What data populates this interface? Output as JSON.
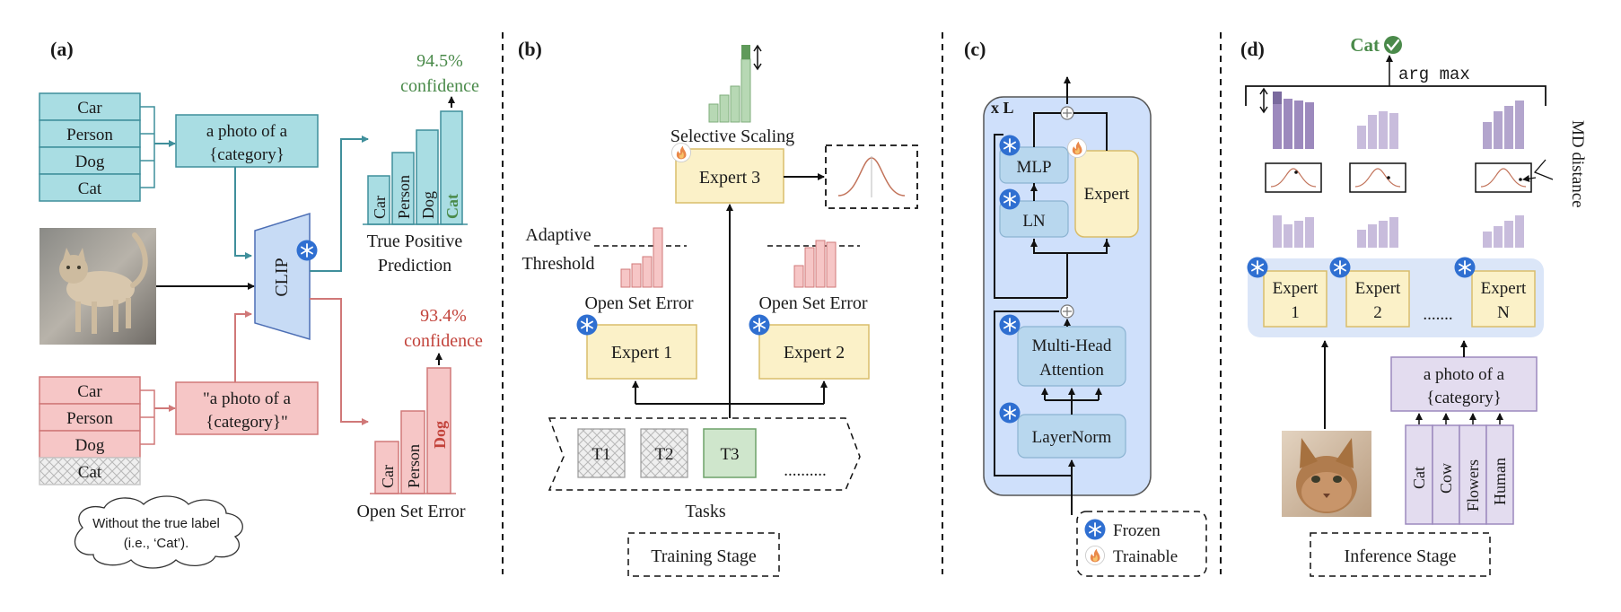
{
  "colors": {
    "teal_fill": "#a9dde3",
    "teal_stroke": "#3f8f9b",
    "pink_fill": "#f6c6c6",
    "pink_stroke": "#d07878",
    "yellow_fill": "#fbf1c8",
    "yellow_stroke": "#d9bd6a",
    "green_text": "#4a8a4a",
    "red_text": "#c2423a",
    "blue_panel": "#cfe0fb",
    "blue_box": "#b8d7ee",
    "lavender_fill": "#e3dcef",
    "lavender_stroke": "#9c89bd",
    "purple_bar": "#9c89bd",
    "green_bar": "#b7d8b4"
  },
  "panel_a": {
    "tag": "(a)",
    "true_labels": [
      "Car",
      "Person",
      "Dog",
      "Cat"
    ],
    "prompt_true": [
      "a photo of a",
      "{category}"
    ],
    "model": "CLIP",
    "tp_bars": [
      "Car",
      "Person",
      "Dog",
      "Cat"
    ],
    "tp_conf_value": "94.5%",
    "tp_conf_word": "confidence",
    "tp_caption": [
      "True Positive",
      "Prediction"
    ],
    "missing_labels": [
      "Car",
      "Person",
      "Dog",
      "Cat"
    ],
    "prompt_missing": [
      "\"a photo of a",
      "{category}\""
    ],
    "os_bars": [
      "Car",
      "Person",
      "Dog"
    ],
    "os_conf_value": "93.4%",
    "os_conf_word": "confidence",
    "os_caption": "Open Set Error",
    "cloud": [
      "Without the true label",
      "(i.e., ‘Cat’)."
    ]
  },
  "panel_b": {
    "tag": "(b)",
    "selective_scaling": "Selective Scaling",
    "expert3": "Expert 3",
    "adaptive": [
      "Adaptive",
      "Threshold"
    ],
    "ose_left": "Open Set Error",
    "ose_right": "Open Set Error",
    "expert1": "Expert 1",
    "expert2": "Expert 2",
    "tasks": [
      "T1",
      "T2",
      "T3"
    ],
    "tasks_more": "..........",
    "tasks_label": "Tasks",
    "stage": "Training Stage"
  },
  "panel_c": {
    "tag": "(c)",
    "repeat": "x L",
    "mlp": "MLP",
    "ln": "LN",
    "expert": "Expert",
    "mha": [
      "Multi-Head",
      "Attention"
    ],
    "layernorm": "LayerNorm",
    "legend_frozen": "Frozen",
    "legend_trainable": "Trainable"
  },
  "panel_d": {
    "tag": "(d)",
    "result": "Cat",
    "argmax": "arg max",
    "md_distance": "MD distance",
    "experts": [
      {
        "name": "Expert",
        "num": "1"
      },
      {
        "name": "Expert",
        "num": "2"
      },
      {
        "name": "Expert",
        "num": "N"
      }
    ],
    "dots": ".......",
    "prompt": [
      "a photo of a",
      "{category}"
    ],
    "categories": [
      "Cat",
      "Cow",
      "Flowers",
      "Human"
    ],
    "stage": "Inference Stage"
  }
}
